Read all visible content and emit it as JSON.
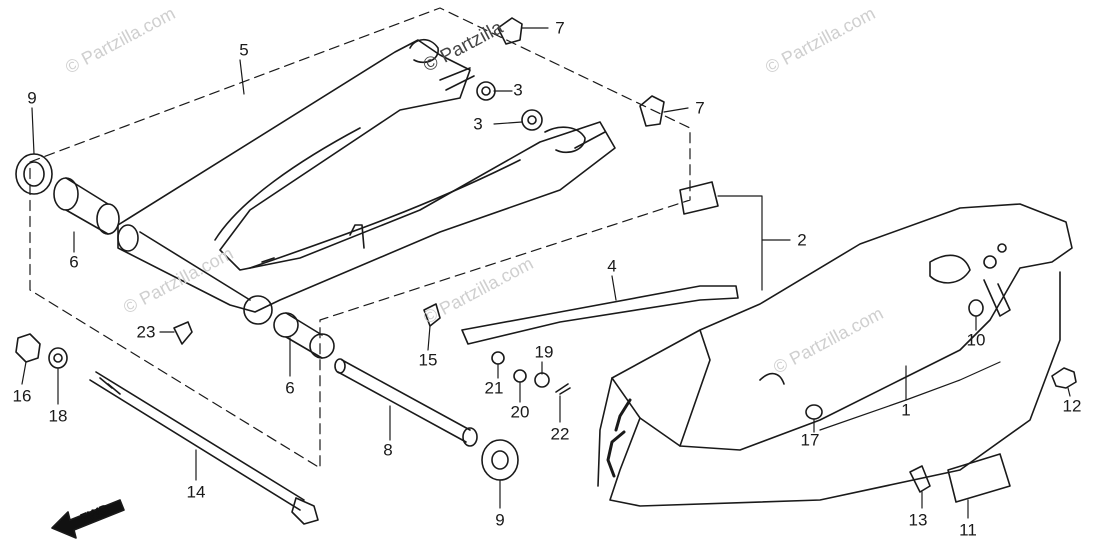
{
  "diagram": {
    "callouts": [
      {
        "id": "c5",
        "label": "5"
      },
      {
        "id": "c9a",
        "label": "9"
      },
      {
        "id": "c6a",
        "label": "6"
      },
      {
        "id": "c3a",
        "label": "3"
      },
      {
        "id": "c3b",
        "label": "3"
      },
      {
        "id": "c7a",
        "label": "7"
      },
      {
        "id": "c7b",
        "label": "7"
      },
      {
        "id": "c2",
        "label": "2"
      },
      {
        "id": "c4",
        "label": "4"
      },
      {
        "id": "c23",
        "label": "23"
      },
      {
        "id": "c6b",
        "label": "6"
      },
      {
        "id": "c16",
        "label": "16"
      },
      {
        "id": "c18",
        "label": "18"
      },
      {
        "id": "c15",
        "label": "15"
      },
      {
        "id": "c19",
        "label": "19"
      },
      {
        "id": "c21",
        "label": "21"
      },
      {
        "id": "c20",
        "label": "20"
      },
      {
        "id": "c22",
        "label": "22"
      },
      {
        "id": "c8",
        "label": "8"
      },
      {
        "id": "c14",
        "label": "14"
      },
      {
        "id": "c9b",
        "label": "9"
      },
      {
        "id": "c10",
        "label": "10"
      },
      {
        "id": "c1",
        "label": "1"
      },
      {
        "id": "c17",
        "label": "17"
      },
      {
        "id": "c12",
        "label": "12"
      },
      {
        "id": "c13",
        "label": "13"
      },
      {
        "id": "c11",
        "label": "11"
      }
    ],
    "fwd_label": "FWD",
    "watermark_text": "© Partzilla.com",
    "watermark_header": "© Partzilla"
  },
  "colors": {
    "line": "#1a1a1a",
    "watermark": "#cfcfcf",
    "background": "#ffffff"
  }
}
